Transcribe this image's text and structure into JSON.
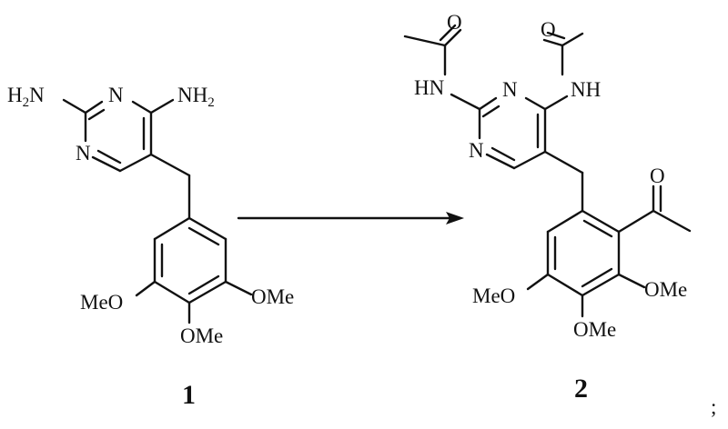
{
  "scheme": {
    "type": "chemical reaction scheme",
    "compound1": {
      "label": "1",
      "groups": {
        "amino_left": "H",
        "amino_left_sub": "2",
        "amino_left_N": "N",
        "ring_N_top": "N",
        "ring_N_left": "N",
        "amino_right": "NH",
        "amino_right_sub": "2",
        "ome_left": "MeO",
        "ome_bottom": "OMe",
        "ome_right": "OMe"
      }
    },
    "arrow": {
      "direction": "right"
    },
    "compound2": {
      "label": "2",
      "groups": {
        "acetyl_O_left": "O",
        "nh_left": "HN",
        "ring_N_top": "N",
        "ring_N_left": "N",
        "nh_right": "NH",
        "acetyl_O_right": "O",
        "ketone_O": "O",
        "ome_left": "MeO",
        "ome_bottom": "OMe",
        "ome_right": "OMe"
      }
    },
    "trailing_punctuation": ";"
  }
}
